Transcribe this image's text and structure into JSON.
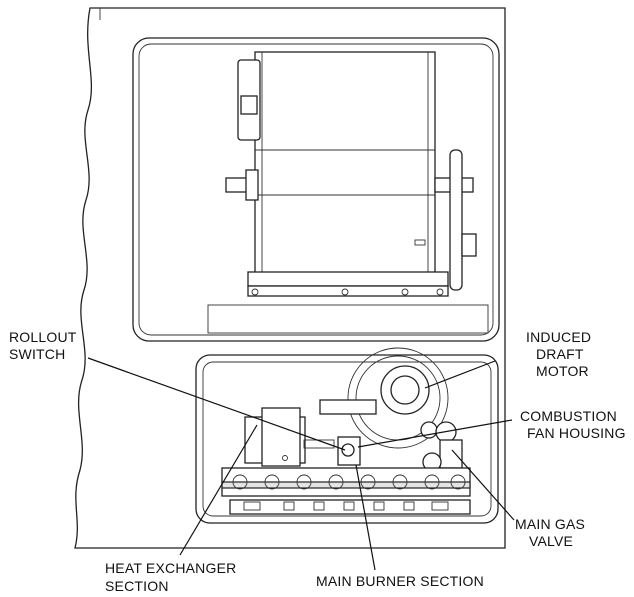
{
  "labels": {
    "rollout_switch": [
      "ROLLOUT",
      "SWITCH"
    ],
    "induced_draft_motor": [
      "INDUCED",
      "DRAFT",
      "MOTOR"
    ],
    "combustion_fan_housing": [
      "COMBUSTION",
      "FAN HOUSING"
    ],
    "main_gas_valve": [
      "MAIN GAS",
      "VALVE"
    ],
    "heat_exchanger_section": [
      "HEAT EXCHANGER",
      "SECTION"
    ],
    "main_burner_section": "MAIN BURNER SECTION"
  },
  "colors": {
    "line": "#111111",
    "fill": "#ffffff",
    "shade": "#e4e4e4"
  }
}
